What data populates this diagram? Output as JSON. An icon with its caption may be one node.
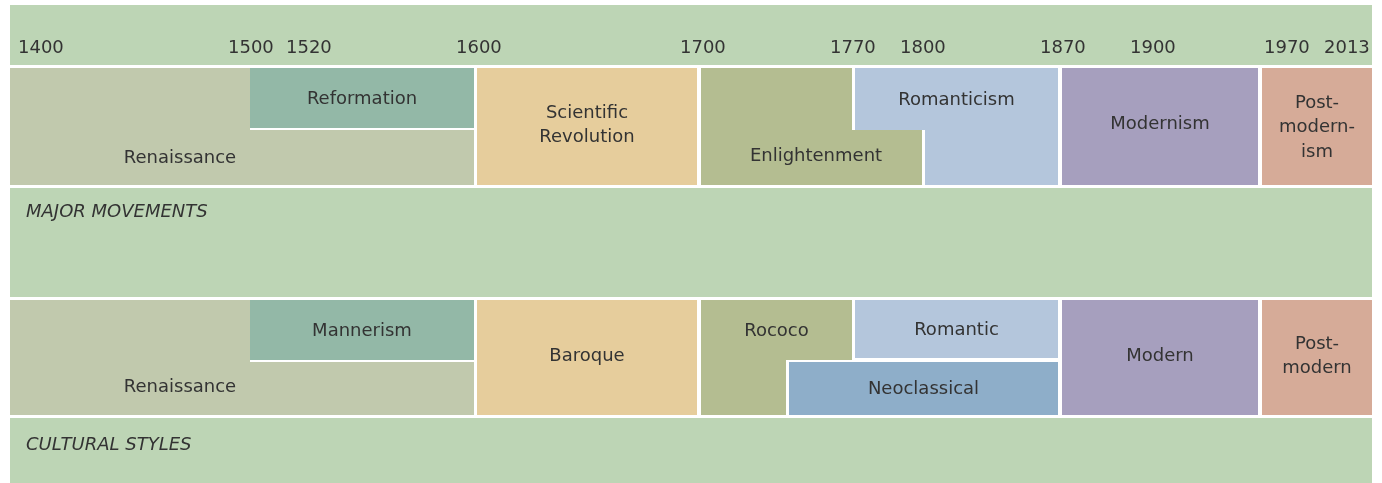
{
  "diagram": {
    "nodes": [
      {
        "text": [
          "Renaissance"
        ]
      },
      {
        "text": [
          "Reformation"
        ]
      },
      {
        "text": [
          "Scientific Revolution"
        ]
      },
      {
        "text": [
          "Enlightenment"
        ]
      },
      {
        "text": [
          "Romanticism"
        ]
      },
      {
        "text": [
          "Modernism"
        ]
      },
      {
        "text": [
          "Post- modern- ism"
        ]
      },
      {
        "text": [
          "MAJOR MOVEMENTS"
        ]
      },
      {
        "text": [
          "Renaissance"
        ]
      },
      {
        "text": [
          "Mannerism"
        ]
      },
      {
        "text": [
          "Baroque"
        ]
      },
      {
        "text": [
          "Rococo"
        ]
      },
      {
        "text": [
          "Romantic"
        ]
      },
      {
        "text": [
          "Neoclassical"
        ]
      },
      {
        "text": [
          "Modern"
        ]
      },
      {
        "text": [
          "Post- modern"
        ]
      },
      {
        "text": [
          "CULTURAL STYLES"
        ]
      }
    ],
    "labels": [
      "1400",
      "1500",
      "1520",
      "1600",
      "1700",
      "1770",
      "1800",
      "1870",
      "1900",
      "1970",
      "2013"
    ]
  }
}
